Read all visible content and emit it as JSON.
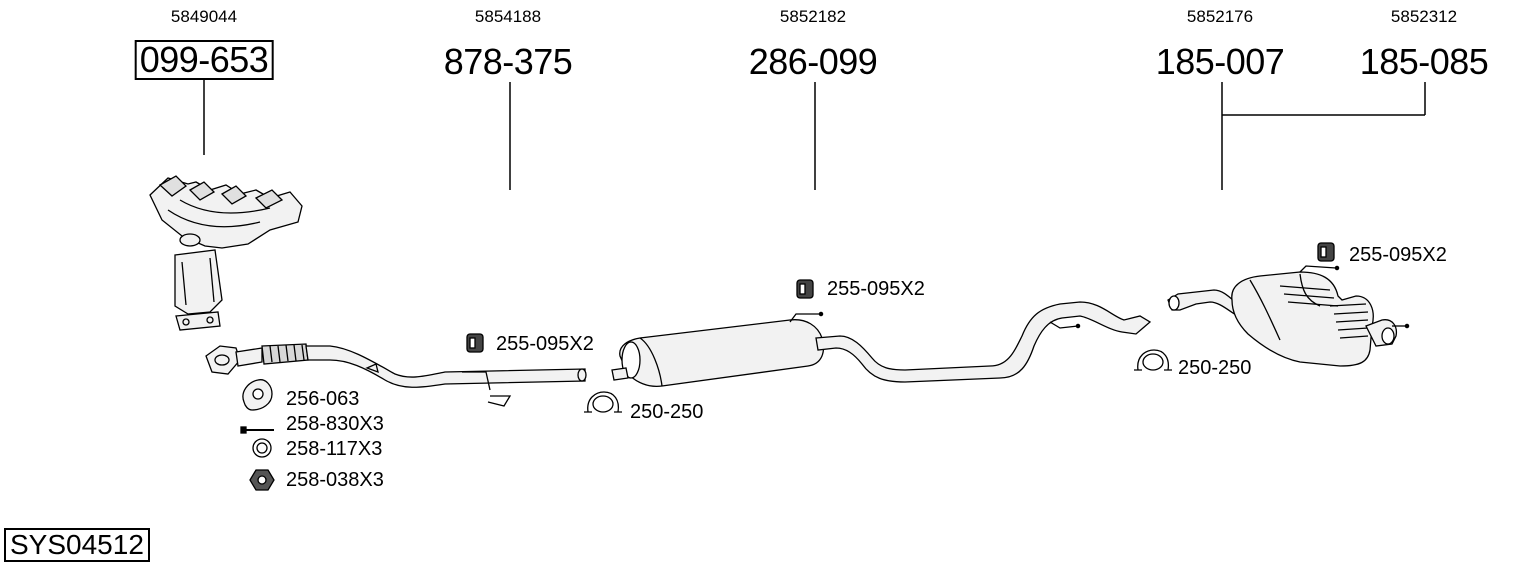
{
  "diagram": {
    "system_code": "SYS04512",
    "parts": [
      {
        "oem": "5849044",
        "part_number": "099-653"
      },
      {
        "oem": "5854188",
        "part_number": "878-375"
      },
      {
        "oem": "5852182",
        "part_number": "286-099"
      },
      {
        "oem": "5852176",
        "part_number": "185-007"
      },
      {
        "oem": "5852312",
        "part_number": "185-085"
      }
    ],
    "accessories": {
      "gasket": "256-063",
      "bolt": "258-830X3",
      "ring": "258-117X3",
      "nut": "258-038X3",
      "hanger_front": "255-095X2",
      "clamp_front": "250-250",
      "hanger_mid": "255-095X2",
      "hanger_rear": "255-095X2",
      "clamp_rear": "250-250"
    },
    "icons": [
      "manifold-catalyst-icon",
      "front-pipe-icon",
      "center-silencer-icon",
      "rear-silencer-icon",
      "gasket-icon",
      "bolt-icon",
      "ring-icon",
      "nut-icon",
      "rubber-hanger-icon",
      "clamp-icon"
    ]
  }
}
